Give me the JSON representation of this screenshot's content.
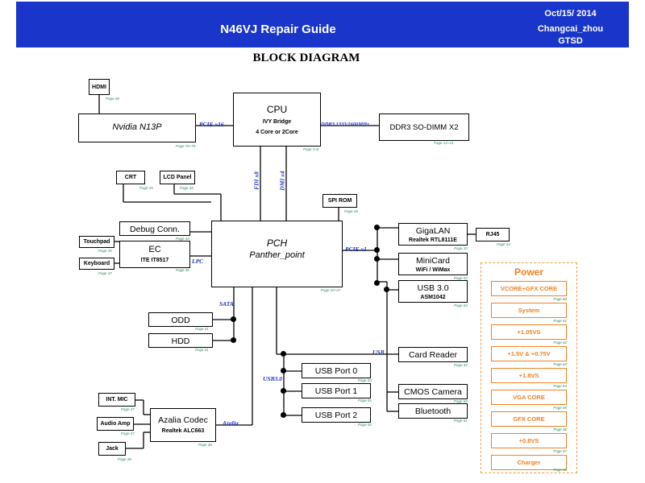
{
  "header": {
    "title": "N46VJ Repair Guide",
    "date": "Oct/15/ 2014",
    "author": "Changcai_zhou",
    "dept": "GTSD"
  },
  "heading": "BLOCK DIAGRAM",
  "blocks": {
    "cpu": {
      "title": "CPU",
      "line1": "IVY Bridge",
      "line2": "4 Core or 2Core",
      "page": "Page 3~8"
    },
    "hdmi": {
      "label": "HDMI",
      "page": "Page 48"
    },
    "gpu": {
      "label": "Nvidia N13P",
      "page": "Page 70~75"
    },
    "ddr3": {
      "label": "DDR3 SO-DIMM X2",
      "page": "Page 14~15"
    },
    "crt": {
      "label": "CRT",
      "page": "Page 45"
    },
    "lcd": {
      "label": "LCD Panel",
      "page": "Page 46"
    },
    "spi_rom": {
      "label": "SPI ROM",
      "page": "Page 28"
    },
    "debug": {
      "label": "Debug Conn.",
      "page": "Page 33"
    },
    "touchpad": {
      "label": "Touchpad",
      "page": "Page 35"
    },
    "ec": {
      "title": "EC",
      "line1": "ITE IT8517",
      "page": "Page 30"
    },
    "keyboard": {
      "label": "Keyboard",
      "page": "Page 37"
    },
    "pch": {
      "title": "PCH",
      "line1": "Panther_point",
      "page": "Page 20~27"
    },
    "gigalan": {
      "title": "GigaLAN",
      "line1": "Realtek RTL8111E",
      "page": "Page 33"
    },
    "rj45": {
      "label": "RJ45",
      "page": "Page 34"
    },
    "minicard": {
      "title": "MiniCard",
      "line1": "WiFi / WiMax",
      "page": "Page 52"
    },
    "usb3": {
      "title": "USB 3.0",
      "line1": "ASM1042",
      "page": "Page 54"
    },
    "odd": {
      "label": "ODD",
      "page": "Page 51"
    },
    "hdd": {
      "label": "HDD",
      "page": "Page 51"
    },
    "card_reader": {
      "label": "Card Reader",
      "page": "Page 42"
    },
    "usb_port0": {
      "label": "USB Port 0",
      "page": "Page 53"
    },
    "usb_port1": {
      "label": "USB Port 1",
      "page": "Page 55"
    },
    "usb_port2": {
      "label": "USB Port 2",
      "page": "Page 55"
    },
    "cmos_camera": {
      "label": "CMOS Camera",
      "page": "Page 65"
    },
    "bluetooth": {
      "label": "Bluetooth",
      "page": "Page 61"
    },
    "int_mic": {
      "label": "INT. MIC",
      "page": "Page 37"
    },
    "audio_amp": {
      "label": "Audio Amp",
      "page": "Page 37"
    },
    "jack": {
      "label": "Jack",
      "page": "Page 38"
    },
    "codec": {
      "title": "Azalia Codec",
      "line1": "Realtek ALC663",
      "page": "Page 36"
    }
  },
  "buses": {
    "pcie_x16": "PCIE x16",
    "ddr3": "DDR3 1333/1600MHz",
    "fdi": "FDI x8",
    "dmi": "DMI x4",
    "pcie_x1": "PCIE x1",
    "lpc": "LPC",
    "sata": "SATA",
    "usb": "USB",
    "usb3": "USB3.0",
    "azalia": "Azalia"
  },
  "power": {
    "title": "Power",
    "items": [
      {
        "label": "VCORE+GFX CORE",
        "page": "Page 60"
      },
      {
        "label": "System",
        "page": "Page 61"
      },
      {
        "label": "+1.05VS",
        "page": "Page 62"
      },
      {
        "label": "+1.5V & +0.75V",
        "page": "Page 63"
      },
      {
        "label": "+1.8VS",
        "page": "Page 64"
      },
      {
        "label": "VGA CORE",
        "page": "Page 65"
      },
      {
        "label": "GFX CORE",
        "page": "Page 66"
      },
      {
        "label": "+0.8VS",
        "page": "Page 67"
      },
      {
        "label": "Charger",
        "page": "Page 68"
      }
    ]
  },
  "colors": {
    "header_bg": "#1a35c9",
    "bus_label": "#2233bb",
    "power_accent": "#f08020",
    "page_ref": "#2e8b57"
  }
}
